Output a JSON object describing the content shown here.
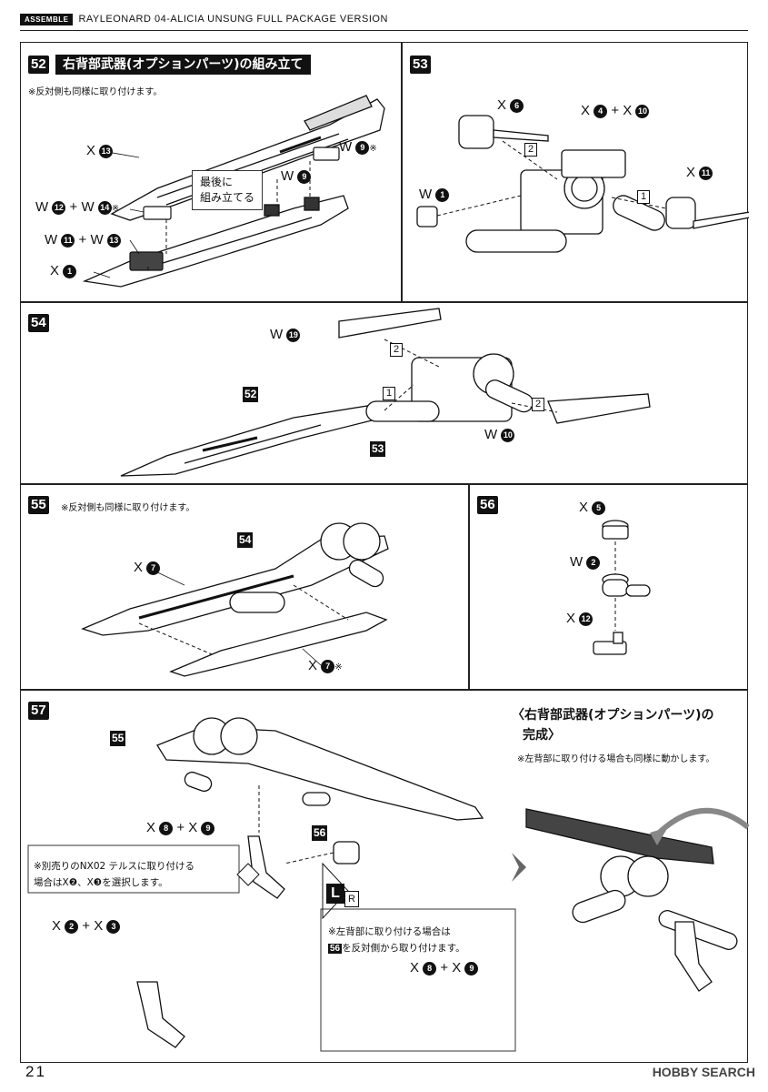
{
  "header": {
    "section_tag": "ASSEMBLE",
    "title": "RAYLEONARD 04-ALICIA UNSUNG FULL PACKAGE VERSION"
  },
  "steps": {
    "s52": {
      "number": "52",
      "title": "右背部武器(オプションパーツ)の組み立て",
      "note": "※反対側も同様に取り付けます。",
      "callout": [
        "最後に",
        "組み立てる"
      ],
      "labels": {
        "x13": {
          "prefix": "X",
          "num": "13"
        },
        "w9": {
          "prefix": "W",
          "num": "9",
          "suffix": "※"
        },
        "w9b": {
          "prefix": "W",
          "num": "9"
        },
        "w12_w14": {
          "prefix": "W",
          "num": "12",
          "plus": "+",
          "prefix2": "W",
          "num2": "14",
          "suffix": "※"
        },
        "w11_w13": {
          "prefix": "W",
          "num": "11",
          "plus": "+",
          "prefix2": "W",
          "num2": "13"
        },
        "x1": {
          "prefix": "X",
          "num": "1"
        }
      }
    },
    "s53": {
      "number": "53",
      "labels": {
        "x6": {
          "prefix": "X",
          "num": "6"
        },
        "x4_x10": {
          "prefix": "X",
          "num": "4",
          "plus": "+",
          "prefix2": "X",
          "num2": "10"
        },
        "x11": {
          "prefix": "X",
          "num": "11"
        },
        "w1": {
          "prefix": "W",
          "num": "1"
        }
      },
      "seq": [
        "2",
        "1"
      ]
    },
    "s54": {
      "number": "54",
      "labels": {
        "w19": {
          "prefix": "W",
          "num": "19"
        },
        "w10": {
          "prefix": "W",
          "num": "10"
        }
      },
      "refs": [
        "52",
        "53"
      ],
      "seq": [
        "2",
        "1",
        "2"
      ]
    },
    "s55": {
      "number": "55",
      "note": "※反対側も同様に取り付けます。",
      "ref": "54",
      "labels": {
        "x7": {
          "prefix": "X",
          "num": "7"
        },
        "x7b": {
          "prefix": "X",
          "num": "7",
          "suffix": "※"
        }
      }
    },
    "s56": {
      "number": "56",
      "labels": {
        "x5": {
          "prefix": "X",
          "num": "5"
        },
        "w2": {
          "prefix": "W",
          "num": "2"
        },
        "x12": {
          "prefix": "X",
          "num": "12"
        }
      }
    },
    "s57": {
      "number": "57",
      "refs": {
        "a": "55",
        "b": "56",
        "c": "56"
      },
      "labels": {
        "x8_x9": {
          "prefix": "X",
          "num": "8",
          "plus": "+",
          "prefix2": "X",
          "num2": "9"
        },
        "x2_x3": {
          "prefix": "X",
          "num": "2",
          "plus": "+",
          "prefix2": "X",
          "num2": "3"
        },
        "x8_x9b": {
          "prefix": "X",
          "num": "8",
          "plus": "+",
          "prefix2": "X",
          "num2": "9"
        }
      },
      "note_nx02": [
        "※別売りのNX02 テルスに取り付ける",
        "場合はX❷、X❸を選択します。"
      ],
      "note_left": [
        "※左背部に取り付ける場合は",
        "を反対側から取り付けます。"
      ],
      "lr_mark": {
        "l": "L",
        "r": "R"
      }
    },
    "complete": {
      "title_line1": "〈右背部武器(オプションパーツ)の",
      "title_line2": "完成〉",
      "note": "※左背部に取り付ける場合も同様に動かします。"
    }
  },
  "footer": {
    "page_number": "21",
    "watermark": "HOBBY SEARCH"
  }
}
